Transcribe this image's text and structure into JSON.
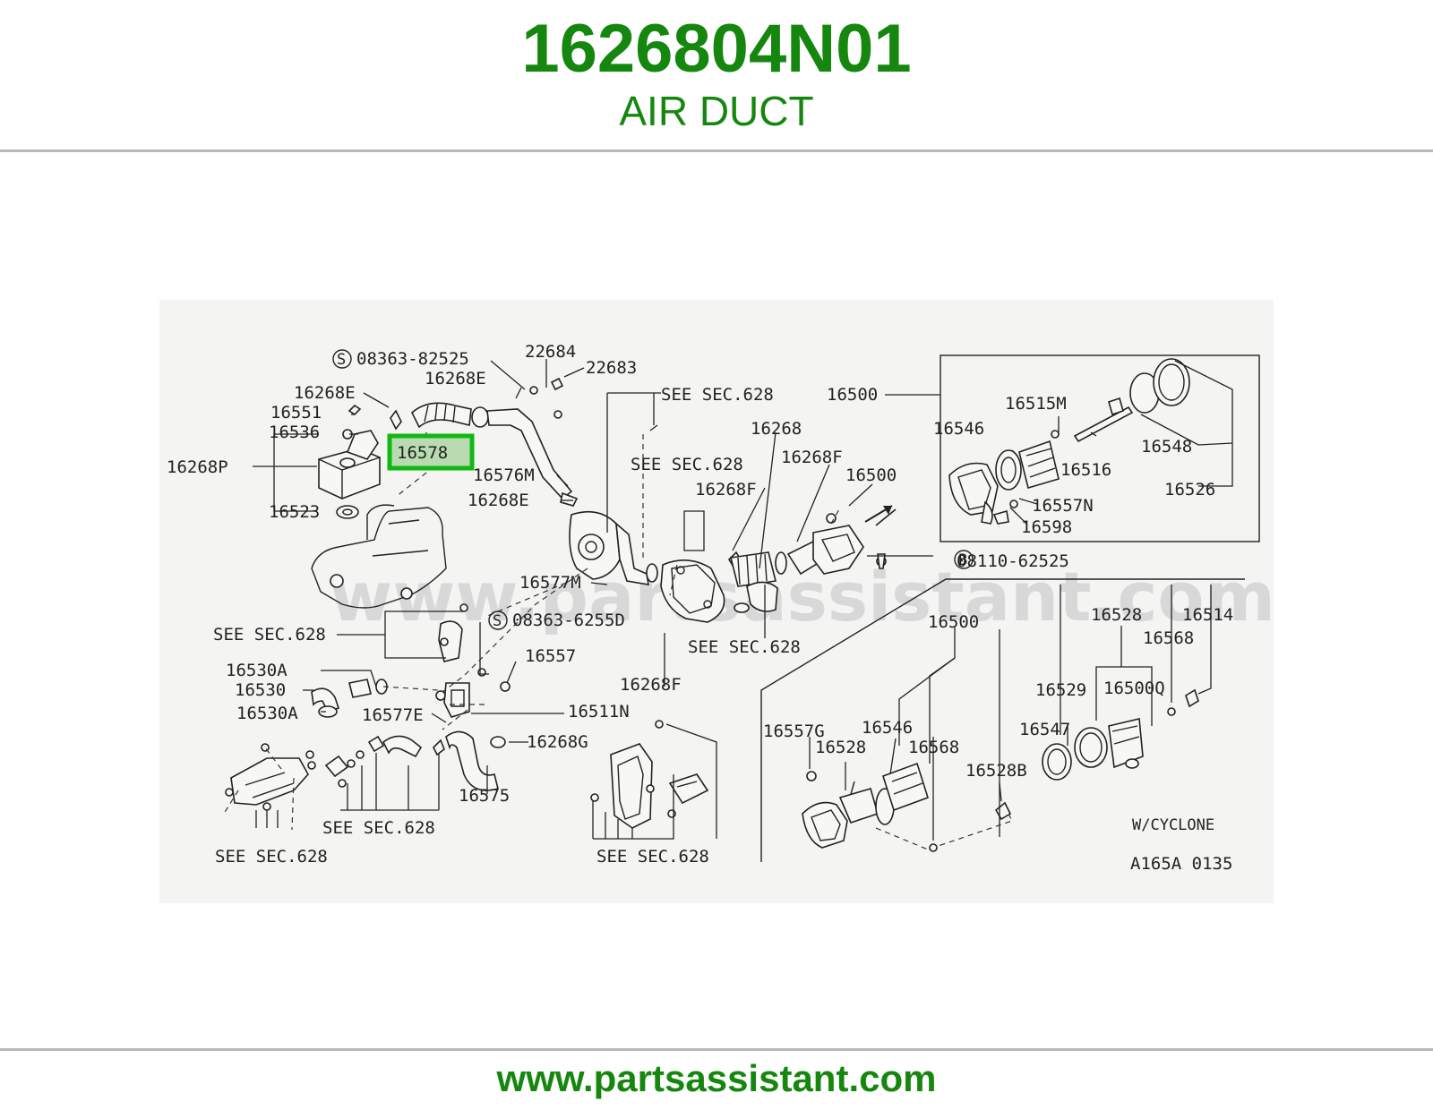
{
  "header": {
    "part_number": "1626804N01",
    "part_name": "AIR DUCT"
  },
  "footer": {
    "url": "www.partsassistant.com"
  },
  "diagram": {
    "watermark": "www.partsassistant.com",
    "highlighted_part": "16578",
    "figure_code": "A165A 0135",
    "variant_note": "W/CYCLONE",
    "labels": {
      "s_08363_82525": "08363-82525",
      "p22684": "22684",
      "p22683": "22683",
      "p16268E_a": "16268E",
      "p16268E_b": "16268E",
      "p16268E_c": "16268E",
      "p16551": "16551",
      "p16536": "16536",
      "p16268P": "16268P",
      "p16523": "16523",
      "p16576M": "16576M",
      "see628_a": "SEE SEC.628",
      "see628_b": "SEE SEC.628",
      "see628_c": "SEE SEC.628",
      "see628_d": "SEE SEC.628",
      "see628_e": "SEE SEC.628",
      "see628_f": "SEE SEC.628",
      "see628_g": "SEE SEC.628",
      "p16268": "16268",
      "p16268F_a": "16268F",
      "p16268F_b": "16268F",
      "p16268F_c": "16268F",
      "p16500_a": "16500",
      "p16500_b": "16500",
      "p16500_c": "16500",
      "p16515M": "16515M",
      "p16546_a": "16546",
      "p16546_b": "16546",
      "p16516": "16516",
      "p16548": "16548",
      "p16526": "16526",
      "p16557N": "16557N",
      "p16598": "16598",
      "b_08110_62525": "08110-62525",
      "p16577M": "16577M",
      "s_08363_6255D": "08363-6255D",
      "p16557": "16557",
      "p16530A_a": "16530A",
      "p16530": "16530",
      "p16530A_b": "16530A",
      "p16577E": "16577E",
      "p16511N": "16511N",
      "p16268G": "16268G",
      "p16575": "16575",
      "p16528_a": "16528",
      "p16528_b": "16528",
      "p16514": "16514",
      "p16568_a": "16568",
      "p16568_b": "16568",
      "p16529": "16529",
      "p16500Q": "16500Q",
      "p16547": "16547",
      "p16557G": "16557G",
      "p16528B": "16528B",
      "circle_s": "S",
      "circle_b": "B"
    }
  }
}
